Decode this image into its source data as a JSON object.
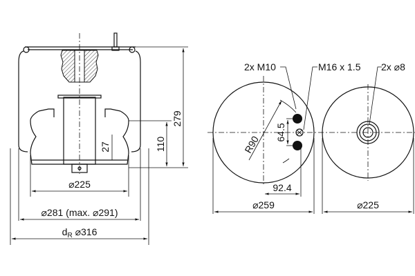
{
  "side_view": {
    "height_total": "279",
    "height_piston": "110",
    "offset": "27",
    "piston_diameter": "⌀225",
    "bellows_diameter": "⌀281 (max. ⌀291)",
    "rolling_diameter_symbol": "d",
    "rolling_diameter_subscript": "R",
    "rolling_diameter": "⌀316"
  },
  "top_plate_view": {
    "label_bolts": "2x M10",
    "label_air_inlet": "M16 x 1.5",
    "radius": "R90",
    "bolt_spacing": "64.5",
    "bolt_offset": "92.4",
    "diameter": "⌀259"
  },
  "piston_view": {
    "label_holes": "2x ⌀8",
    "diameter": "⌀225"
  }
}
